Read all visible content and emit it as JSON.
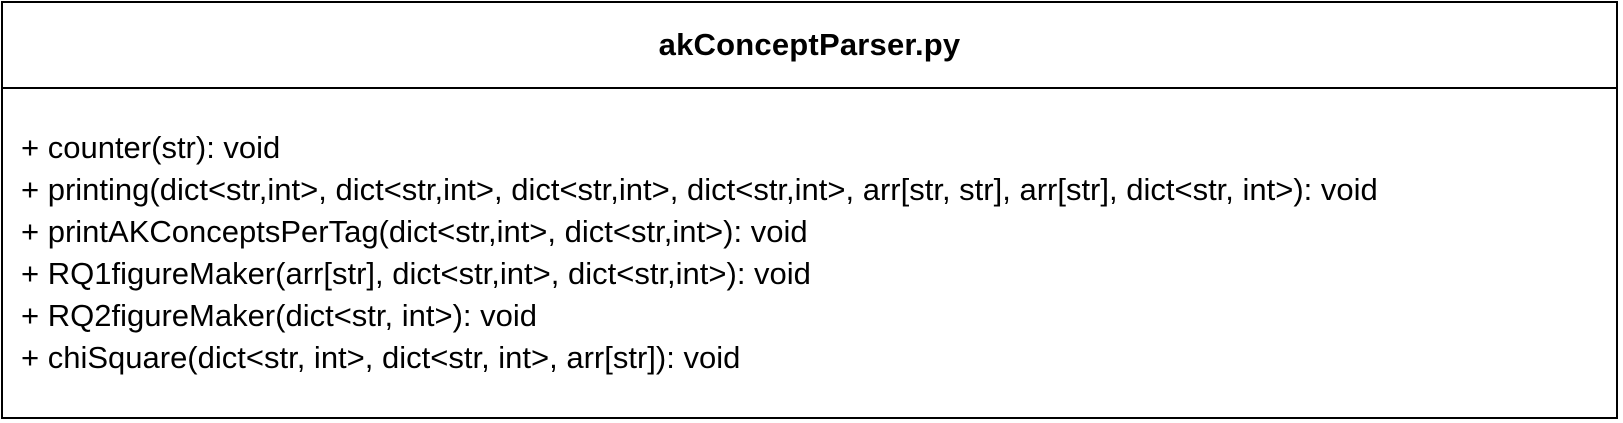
{
  "class_box": {
    "title": "akConceptParser.py",
    "methods": [
      "+ counter(str): void",
      "+ printing(dict<str,int>, dict<str,int>, dict<str,int>, dict<str,int>, arr[str, str], arr[str], dict<str, int>): void",
      "+ printAKConceptsPerTag(dict<str,int>, dict<str,int>): void",
      "+ RQ1figureMaker(arr[str], dict<str,int>, dict<str,int>): void",
      "+ RQ2figureMaker(dict<str, int>): void",
      "+ chiSquare(dict<str, int>, dict<str, int>, arr[str]): void"
    ]
  }
}
